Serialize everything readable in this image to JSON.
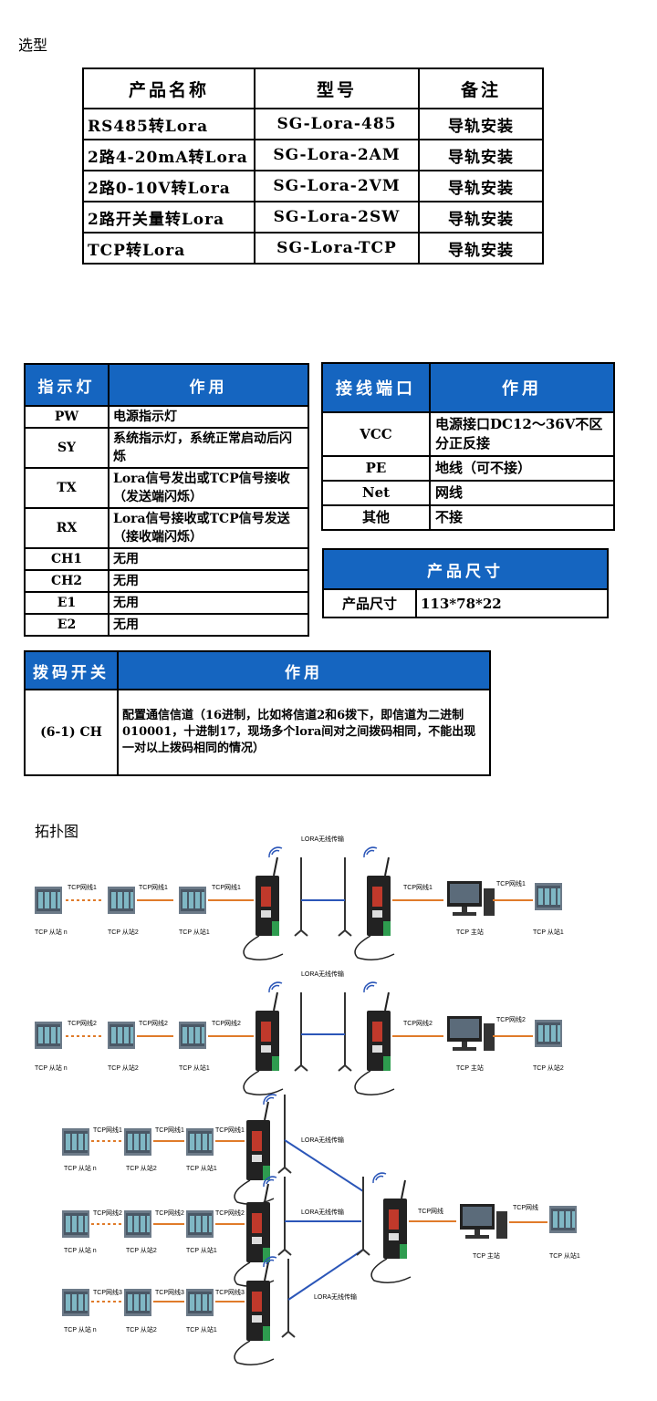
{
  "selection": {
    "title": "选型",
    "headers": [
      "产品名称",
      "型号",
      "备注"
    ],
    "rows": [
      {
        "name": "RS485转Lora",
        "model": "SG-Lora-485",
        "note": "导轨安装"
      },
      {
        "name": "2路4-20mA转Lora",
        "model": "SG-Lora-2AM",
        "note": "导轨安装"
      },
      {
        "name": "2路0-10V转Lora",
        "model": "SG-Lora-2VM",
        "note": "导轨安装"
      },
      {
        "name": "2路开关量转Lora",
        "model": "SG-Lora-2SW",
        "note": "导轨安装"
      },
      {
        "name": "TCP转Lora",
        "model": "SG-Lora-TCP",
        "note": "导轨安装"
      }
    ]
  },
  "indicators": {
    "headers": [
      "指示灯",
      "作用"
    ],
    "rows": [
      {
        "key": "PW",
        "desc": "电源指示灯"
      },
      {
        "key": "SY",
        "desc": "系统指示灯，系统正常启动后闪烁"
      },
      {
        "key": "TX",
        "desc": "Lora信号发出或TCP信号接收（发送端闪烁）"
      },
      {
        "key": "RX",
        "desc": "Lora信号接收或TCP信号发送（接收端闪烁）"
      },
      {
        "key": "CH1",
        "desc": "无用"
      },
      {
        "key": "CH2",
        "desc": "无用"
      },
      {
        "key": "E1",
        "desc": "无用"
      },
      {
        "key": "E2",
        "desc": "无用"
      }
    ]
  },
  "ports": {
    "headers": [
      "接线端口",
      "作用"
    ],
    "rows": [
      {
        "key": "VCC",
        "desc": "电源接口DC12～36V不区分正反接"
      },
      {
        "key": "PE",
        "desc": "地线（可不接）"
      },
      {
        "key": "Net",
        "desc": "网线"
      },
      {
        "key": "其他",
        "desc": "不接"
      }
    ]
  },
  "size": {
    "header": "产品尺寸",
    "label": "产品尺寸",
    "value": "113*78*22"
  },
  "dip": {
    "headers": [
      "拨码开关",
      "作用"
    ],
    "key": "(6-1) CH",
    "desc": "配置通信信道（16进制，比如将信道2和6拨下，即信道为二进制010001，十进制17，现场多个lora间对之间拨码相同，不能出现一对以上拨码相同的情况）"
  },
  "topology": {
    "title": "拓扑图",
    "wireless": "LORA无线传输",
    "master": "TCP 主站",
    "diagram1": {
      "slaves": [
        "TCP 从站 n",
        "TCP 从站2",
        "TCP 从站1"
      ],
      "link": "TCP网线1",
      "right_link": "TCP网线1",
      "right_slave": "TCP 从站1"
    },
    "diagram2": {
      "slaves": [
        "TCP 从站 n",
        "TCP 从站2",
        "TCP 从站1"
      ],
      "link": "TCP网线2",
      "right_link": "TCP网线2",
      "right_slave": "TCP 从站2"
    },
    "diagram3": {
      "rows": [
        {
          "slaves": [
            "TCP 从站 n",
            "TCP 从站2",
            "TCP 从站1"
          ],
          "link": "TCP网线1"
        },
        {
          "slaves": [
            "TCP 从站 n",
            "TCP 从站2",
            "TCP 从站1"
          ],
          "link": "TCP网线2"
        },
        {
          "slaves": [
            "TCP 从站 n",
            "TCP 从站2",
            "TCP 从站1"
          ],
          "link": "TCP网线3"
        }
      ],
      "center_link": "TCP网线",
      "right_link": "TCP网线",
      "right_slave": "TCP 从站1"
    }
  },
  "colors": {
    "header_blue": "#1565c0",
    "cable_orange": "#e07b2a",
    "wireless_blue": "#2b56b8"
  }
}
